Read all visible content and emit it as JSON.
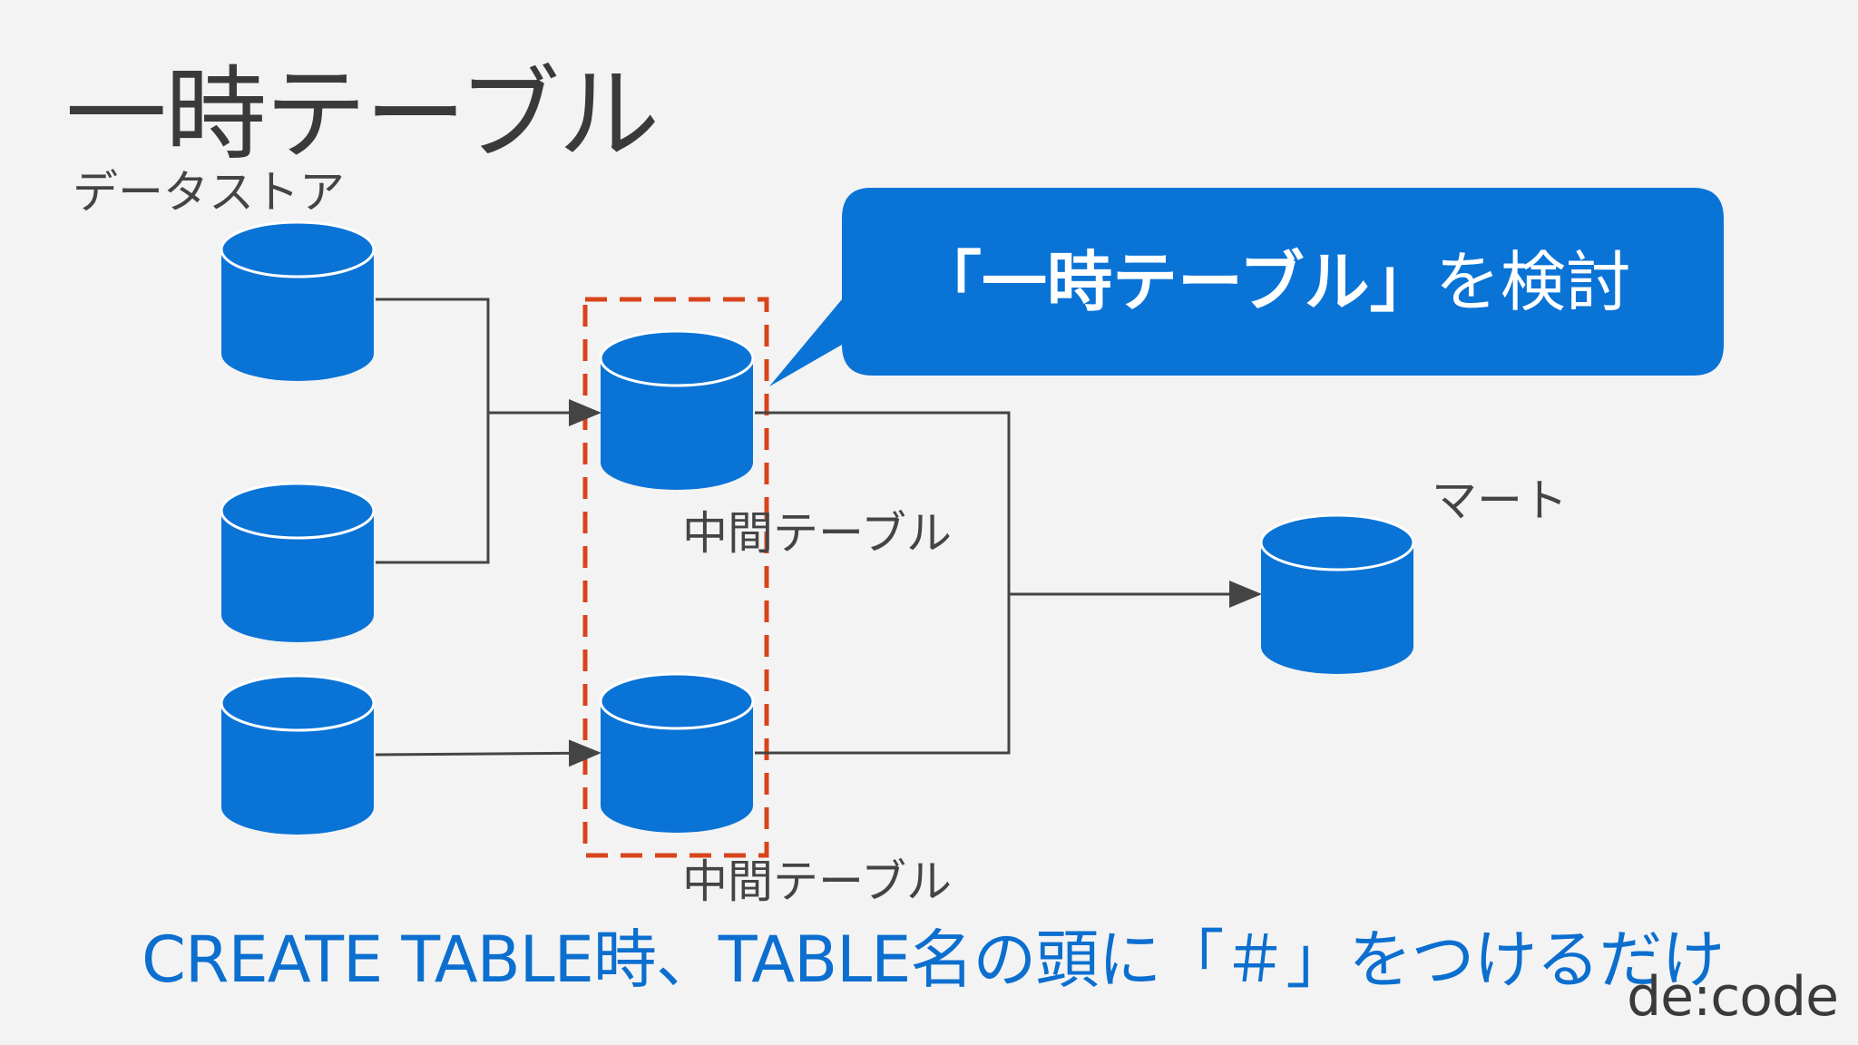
{
  "slide": {
    "title": "一時テーブル",
    "labels": {
      "datastore": "データストア",
      "intermediate_top": "中間テーブル",
      "intermediate_bottom": "中間テーブル",
      "mart": "マート"
    },
    "callout": {
      "emphasis": "「一時テーブル」",
      "rest": "を検討"
    },
    "footer_note": "CREATE TABLE時、TABLE名の頭に「＃」をつけるだけ",
    "logo": "de:code"
  },
  "colors": {
    "background": "#f3f3f3",
    "cylinder_fill": "#0a73d6",
    "cylinder_stroke": "#ffffff",
    "callout_fill": "#0a73d6",
    "connector": "#444444",
    "dashed_box": "#d8441c",
    "footer_text": "#0c6fcf"
  }
}
